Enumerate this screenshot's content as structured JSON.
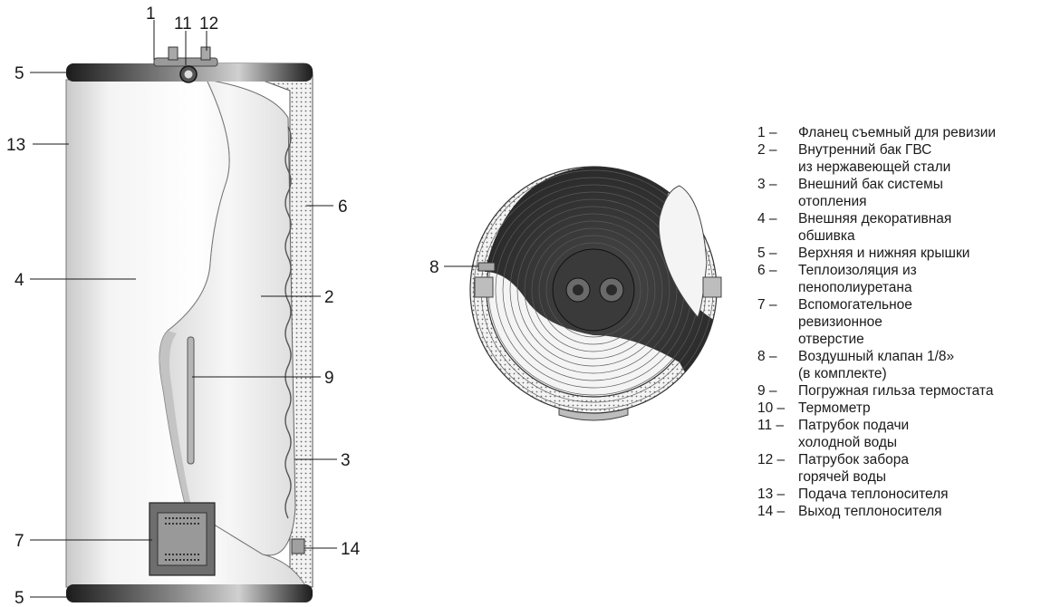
{
  "callouts": {
    "c1": "1",
    "c11": "11",
    "c12": "12",
    "c5_top": "5",
    "c13": "13",
    "c6": "6",
    "c4": "4",
    "c2": "2",
    "c9": "9",
    "c3": "3",
    "c7": "7",
    "c14": "14",
    "c5_bottom": "5",
    "c8": "8"
  },
  "legend": [
    {
      "num": "1 –",
      "lines": [
        "Фланец съемный для ревизии"
      ]
    },
    {
      "num": "2 –",
      "lines": [
        "Внутренний бак ГВС",
        "из нержавеющей стали"
      ]
    },
    {
      "num": "3 –",
      "lines": [
        "Внешний бак системы",
        "отопления"
      ]
    },
    {
      "num": "4 –",
      "lines": [
        "Внешняя декоративная",
        "обшивка"
      ]
    },
    {
      "num": "5 –",
      "lines": [
        "Верхняя и нижняя крышки"
      ]
    },
    {
      "num": "6 –",
      "lines": [
        "Теплоизоляция из",
        "пенополиуретана"
      ]
    },
    {
      "num": "7 –",
      "lines": [
        "Вспомогательное",
        "ревизионное",
        "отверстие"
      ]
    },
    {
      "num": "8 –",
      "lines": [
        "Воздушный клапан 1/8»",
        "(в комплекте)"
      ]
    },
    {
      "num": "9 –",
      "lines": [
        "Погружная гильза термостата"
      ]
    },
    {
      "num": "10 –",
      "lines": [
        "Термометр"
      ]
    },
    {
      "num": "11 –",
      "lines": [
        "Патрубок подачи",
        "холодной воды"
      ]
    },
    {
      "num": "12 –",
      "lines": [
        "Патрубок забора",
        "горячей воды"
      ]
    },
    {
      "num": "13 –",
      "lines": [
        "Подача теплоносителя"
      ]
    },
    {
      "num": "14 –",
      "lines": [
        "Выход теплоносителя"
      ]
    }
  ],
  "colors": {
    "cap": "#2b2b2b",
    "body_light": "#f2f2f2",
    "body_shadow": "#cfcfcf",
    "insulation": "#e6e6e6",
    "inner_tank": "#e9e9e9",
    "coil_dark": "#3a3a3a"
  }
}
